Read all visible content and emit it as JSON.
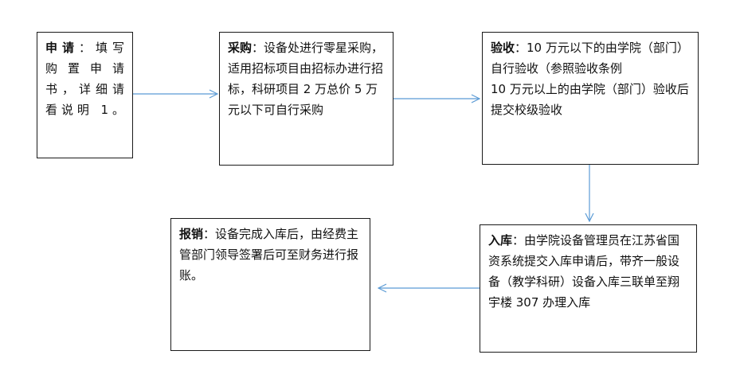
{
  "boxes": {
    "apply": {
      "title": "申请",
      "lines": [
        "：填写",
        "购置申请",
        "书，详细请",
        "看说明 1。"
      ]
    },
    "purchase": {
      "title": "采购",
      "text": "：设备处进行零星采购，适用招标项目由招标办进行招标，科研项目 2 万总价 5 万元以下可自行采购"
    },
    "accept": {
      "title": "验收",
      "text1": "：10 万元以下的由学院（部门）自行验收（参照验收条例",
      "text2": "10 万元以上的由学院（部门）验收后提交校级验收"
    },
    "storage": {
      "title": "入库",
      "text": "：由学院设备管理员在江苏省国资系统提交入库申请后，带齐一般设备（教学科研）设备入库三联单至翔宇楼 307 办理入库"
    },
    "reimburse": {
      "title": "报销",
      "text": "：设备完成入库后，由经费主管部门领导签署后可至财务进行报账。"
    }
  },
  "arrow_color": "#5b9bd5"
}
